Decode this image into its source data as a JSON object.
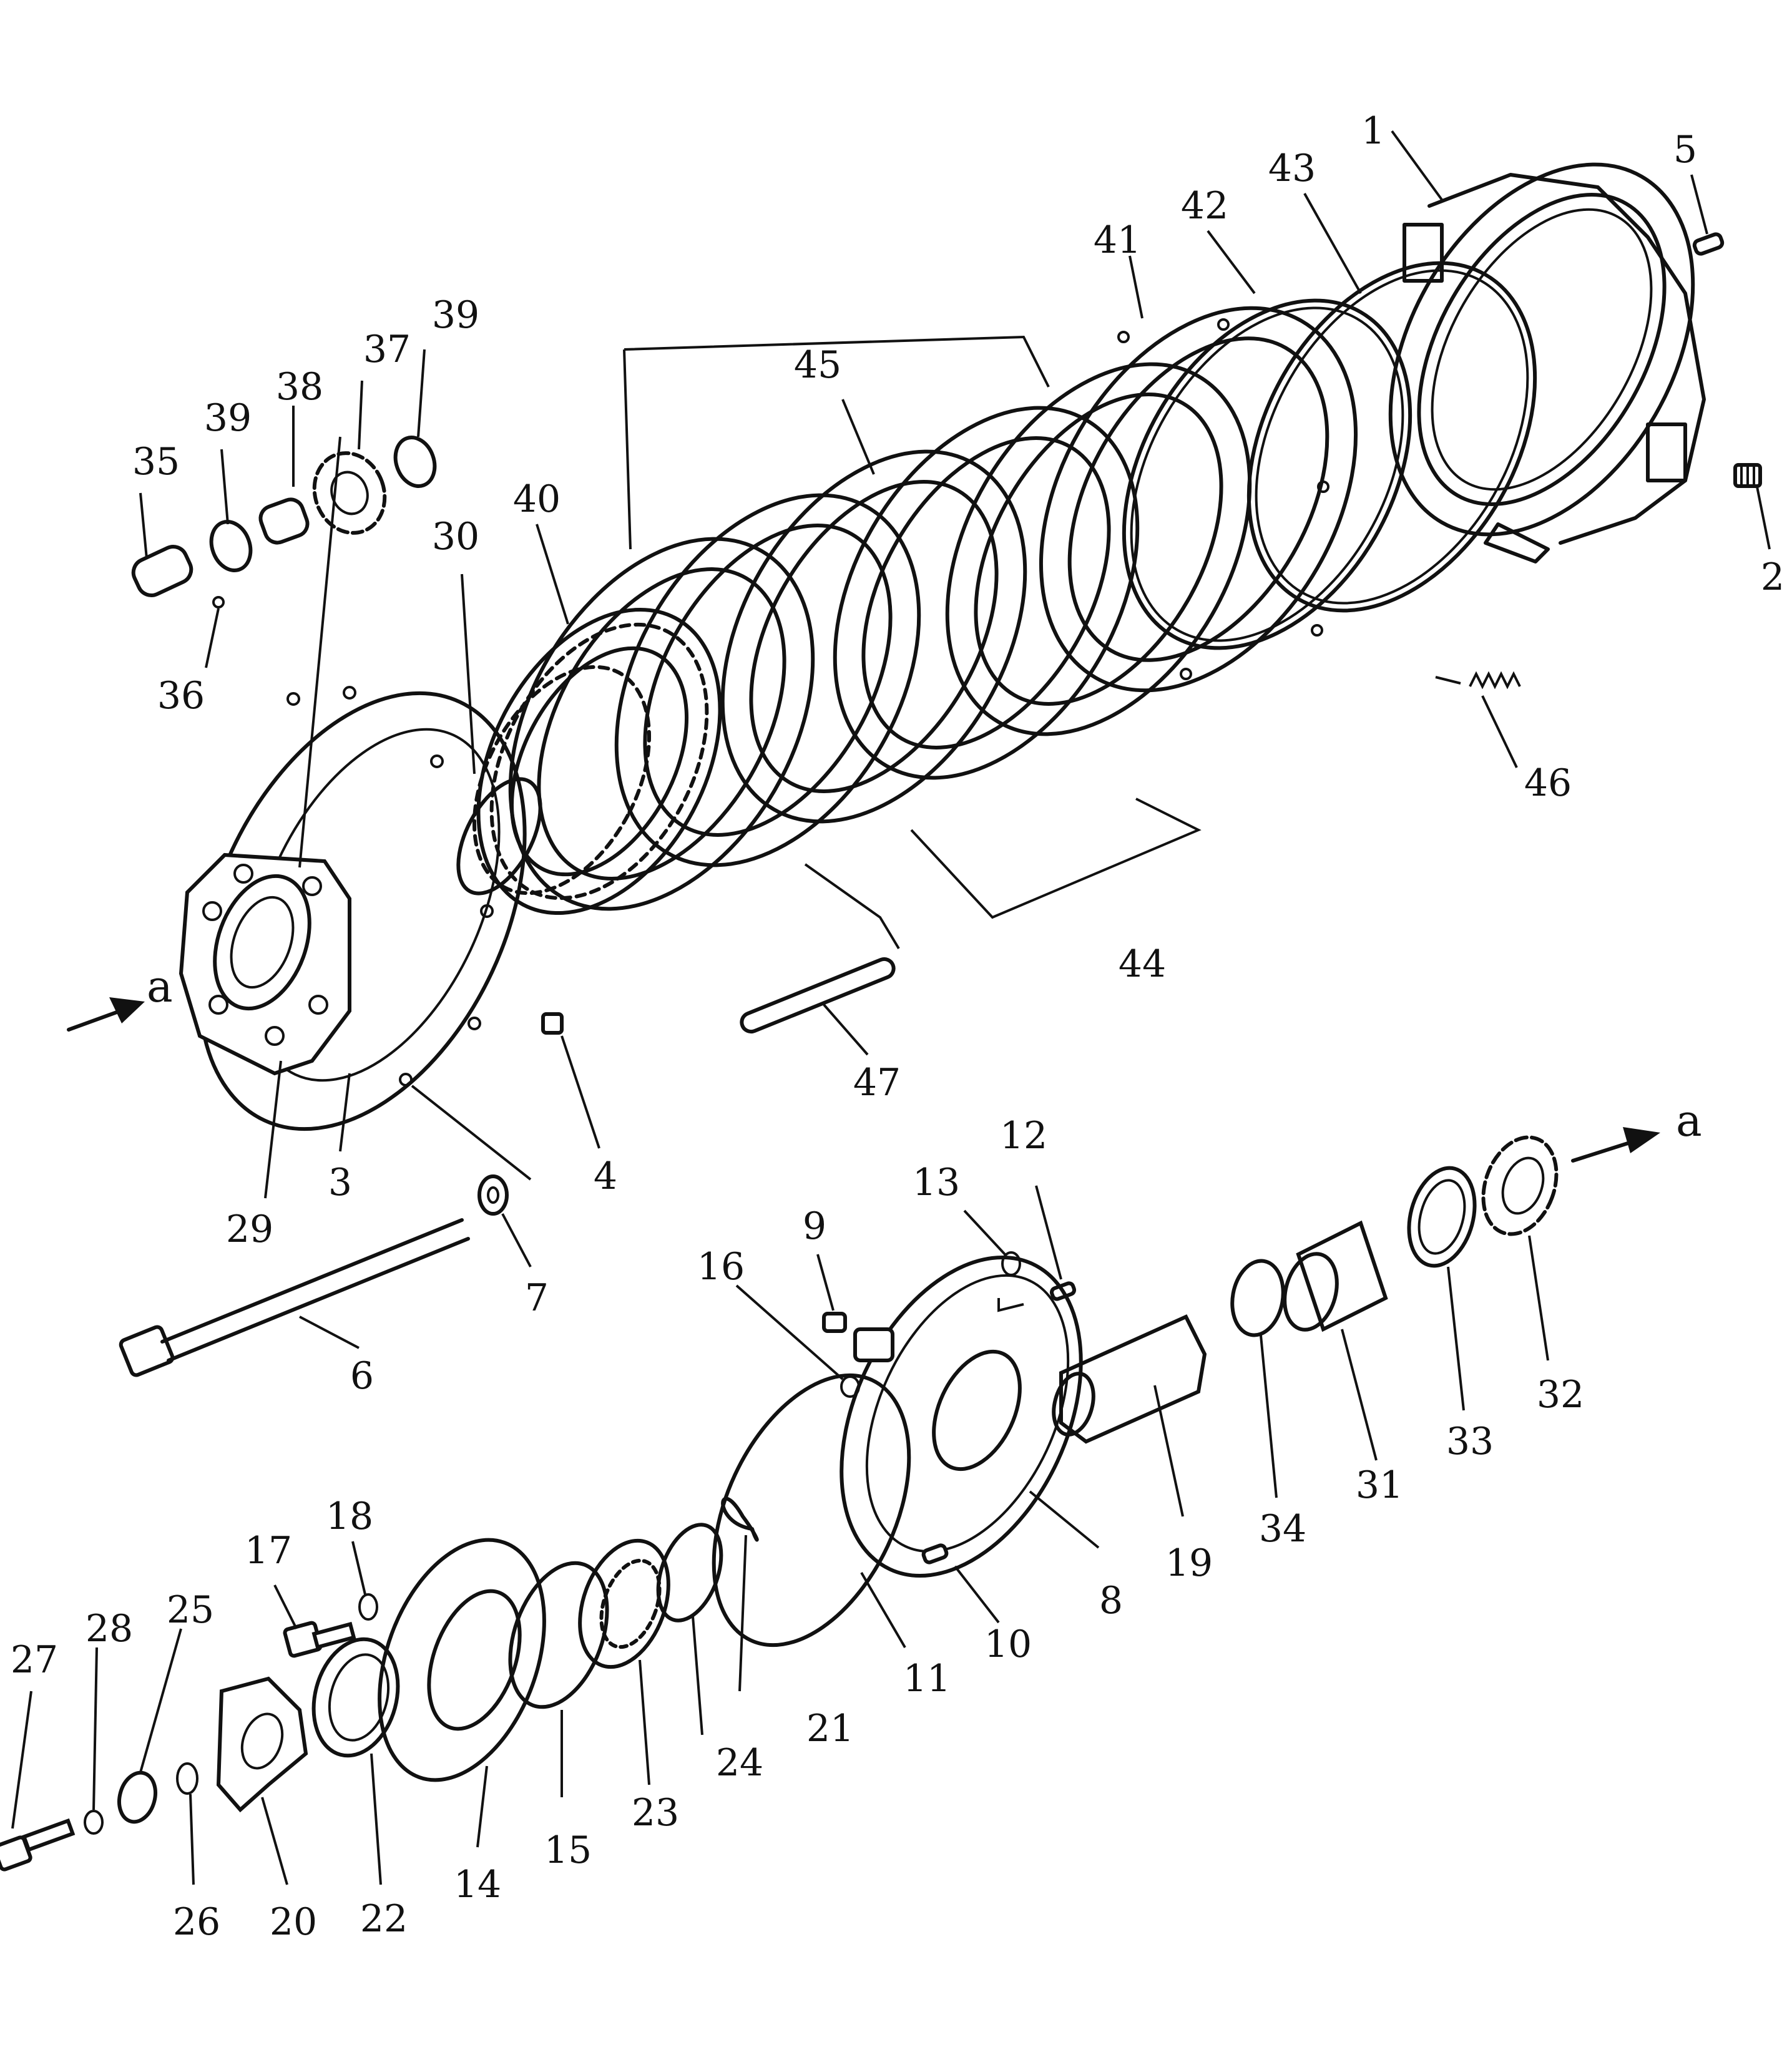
{
  "labels": {
    "n1": "1",
    "n2": "2",
    "n3": "3",
    "n4": "4",
    "n5": "5",
    "n6": "6",
    "n7": "7",
    "n8": "8",
    "n9": "9",
    "n10": "10",
    "n11": "11",
    "n12": "12",
    "n13": "13",
    "n14": "14",
    "n15": "15",
    "n16": "16",
    "n17": "17",
    "n18": "18",
    "n19": "19",
    "n20": "20",
    "n21": "21",
    "n22": "22",
    "n23": "23",
    "n24": "24",
    "n25": "25",
    "n26": "26",
    "n27": "27",
    "n28": "28",
    "n29": "29",
    "n30": "30",
    "n31": "31",
    "n32": "32",
    "n33": "33",
    "n34": "34",
    "n35": "35",
    "n36": "36",
    "n37": "37",
    "n38": "38",
    "n39": "39",
    "n40": "40",
    "n41": "41",
    "n42": "42",
    "n43": "43",
    "n44": "44",
    "n45": "45",
    "n46": "46",
    "n47": "47"
  },
  "arrows": {
    "left": "a",
    "right": "a"
  },
  "colors": {
    "ink": "#111111",
    "background": "#ffffff"
  }
}
